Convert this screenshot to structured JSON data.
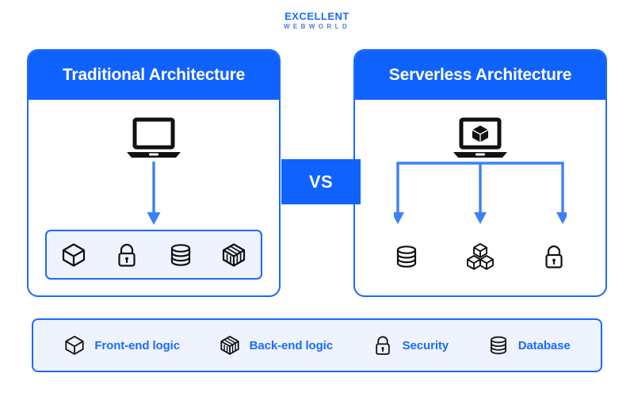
{
  "logo": {
    "main": "EXCELLENT",
    "sub": "WEBWORLD"
  },
  "colors": {
    "brand_blue": "#1062ff",
    "border_blue": "#1a6bff",
    "light_blue_fill": "#eef3fe",
    "icon_black": "#111111",
    "arrow_blue": "#3b82f6"
  },
  "vs_badge": {
    "label": "VS"
  },
  "panels": [
    {
      "id": "traditional",
      "title": "Traditional Architecture",
      "top_icon": "laptop-icon",
      "connector": "single-down-arrow",
      "icons": [
        {
          "name": "cube-icon",
          "meaning": "Front-end logic"
        },
        {
          "name": "lock-icon",
          "meaning": "Security"
        },
        {
          "name": "database-icon",
          "meaning": "Database"
        },
        {
          "name": "segmented-cube-icon",
          "meaning": "Back-end logic"
        }
      ]
    },
    {
      "id": "serverless",
      "title": "Serverless Architecture",
      "top_icon": "laptop-with-cube-icon",
      "connector": "three-branch-down-arrows",
      "icons": [
        {
          "name": "database-icon",
          "meaning": "Database"
        },
        {
          "name": "cube-stack-icon",
          "meaning": "Back-end logic"
        },
        {
          "name": "lock-icon",
          "meaning": "Security"
        }
      ]
    }
  ],
  "legend": {
    "items": [
      {
        "icon": "cube-icon",
        "label": "Front-end logic"
      },
      {
        "icon": "segmented-cube-icon",
        "label": "Back-end logic"
      },
      {
        "icon": "lock-icon",
        "label": "Security"
      },
      {
        "icon": "database-icon",
        "label": "Database"
      }
    ]
  }
}
